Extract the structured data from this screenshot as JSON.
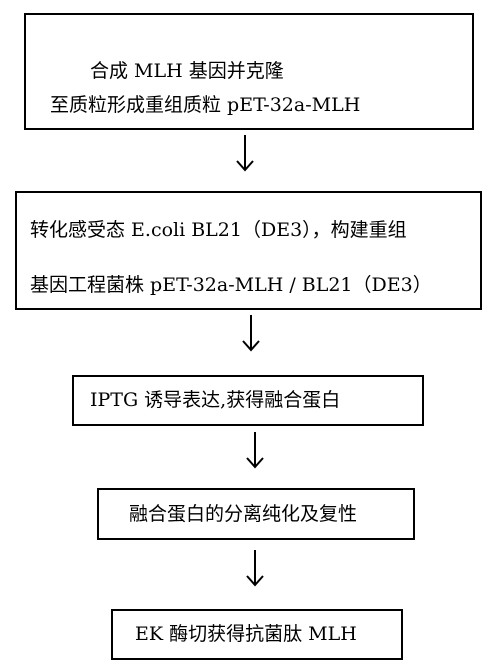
{
  "steps": [
    {
      "lines": [
        "合成 MLH 基因并克隆",
        "至质粒形成重组质粒 pET-32a-MLH"
      ]
    },
    {
      "lines": [
        "转化感受态 E.coli BL21（DE3），构建重组",
        "基因工程菌株 pET-32a-MLH / BL21（DE3）"
      ]
    },
    {
      "lines": [
        "IPTG 诱导表达,获得融合蛋白"
      ]
    },
    {
      "lines": [
        "融合蛋白的分离纯化及复性"
      ]
    },
    {
      "lines": [
        "EK 酶切获得抗菌肽 MLH"
      ]
    }
  ]
}
